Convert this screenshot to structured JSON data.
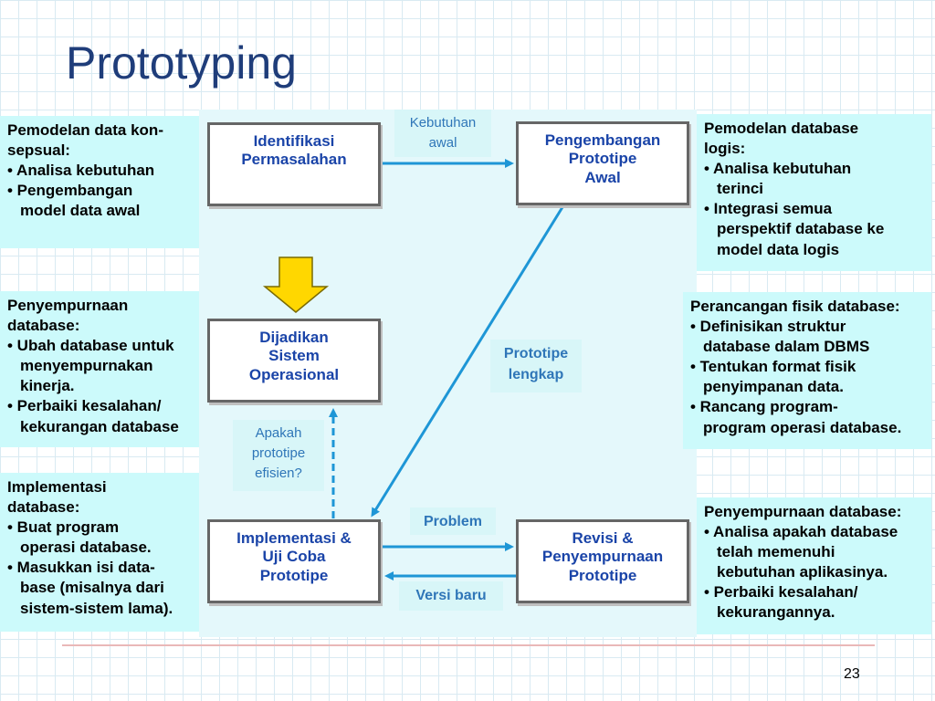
{
  "title": "Prototyping",
  "page_number": "23",
  "nodes": {
    "identifikasi": [
      "Identifikasi",
      "Permasalahan"
    ],
    "pengembangan": [
      "Pengembangan",
      "Prototipe",
      "Awal"
    ],
    "dijadikan": [
      "Dijadikan",
      "Sistem",
      "Operasional"
    ],
    "implementasi": [
      "Implementasi &",
      "Uji Coba",
      "Prototipe"
    ],
    "revisi": [
      "Revisi &",
      "Penyempurnaan",
      "Prototipe"
    ]
  },
  "labels": {
    "kebutuhan": [
      "Kebutuhan",
      "awal"
    ],
    "prototipe_lengkap": [
      "Prototipe",
      "lengkap"
    ],
    "apakah": [
      "Apakah",
      "prototipe",
      "efisien?"
    ],
    "problem": "Problem",
    "versi_baru": "Versi baru"
  },
  "side_boxes": {
    "left_top": [
      {
        "text": "Pemodelan data kon-",
        "indent": false
      },
      {
        "text": "sepsual:",
        "indent": false
      },
      {
        "text": "• Analisa kebutuhan",
        "indent": false
      },
      {
        "text": "• Pengembangan",
        "indent": false
      },
      {
        "text": "model data awal",
        "indent": true
      }
    ],
    "left_mid": [
      {
        "text": "Penyempurnaan",
        "indent": false
      },
      {
        "text": "database:",
        "indent": false
      },
      {
        "text": "• Ubah database untuk",
        "indent": false
      },
      {
        "text": "menyempurnakan",
        "indent": true
      },
      {
        "text": "kinerja.",
        "indent": true
      },
      {
        "text": "• Perbaiki kesalahan/",
        "indent": false
      },
      {
        "text": "kekurangan database",
        "indent": true
      }
    ],
    "left_bottom": [
      {
        "text": "Implementasi",
        "indent": false
      },
      {
        "text": "database:",
        "indent": false
      },
      {
        "text": "• Buat program",
        "indent": false
      },
      {
        "text": "operasi database.",
        "indent": true
      },
      {
        "text": "• Masukkan isi data-",
        "indent": false
      },
      {
        "text": "base (misalnya dari",
        "indent": true
      },
      {
        "text": "sistem-sistem lama).",
        "indent": true
      }
    ],
    "right_top": [
      {
        "text": "Pemodelan database",
        "indent": false
      },
      {
        "text": "logis:",
        "indent": false
      },
      {
        "text": "• Analisa kebutuhan",
        "indent": false
      },
      {
        "text": "terinci",
        "indent": true
      },
      {
        "text": "• Integrasi semua",
        "indent": false
      },
      {
        "text": "perspektif database ke",
        "indent": true
      },
      {
        "text": "model data logis",
        "indent": true
      }
    ],
    "right_mid": [
      {
        "text": "Perancangan fisik database:",
        "indent": false
      },
      {
        "text": "• Definisikan struktur",
        "indent": false
      },
      {
        "text": "database dalam DBMS",
        "indent": true
      },
      {
        "text": "• Tentukan format fisik",
        "indent": false
      },
      {
        "text": "penyimpanan data.",
        "indent": true
      },
      {
        "text": "• Rancang program-",
        "indent": false
      },
      {
        "text": "program operasi database.",
        "indent": true
      }
    ],
    "right_bottom": [
      {
        "text": "Penyempurnaan database:",
        "indent": false
      },
      {
        "text": "• Analisa apakah database",
        "indent": false
      },
      {
        "text": "telah memenuhi",
        "indent": true
      },
      {
        "text": "kebutuhan aplikasinya.",
        "indent": true
      },
      {
        "text": "• Perbaiki kesalahan/",
        "indent": false
      },
      {
        "text": "kekurangannya.",
        "indent": true
      }
    ]
  },
  "colors": {
    "title": "#1f3d7a",
    "node_text": "#1a44a8",
    "arrow": "#1e96d6",
    "sidebox_bg": "#ccfafb",
    "block_arrow": "#ffd700"
  }
}
